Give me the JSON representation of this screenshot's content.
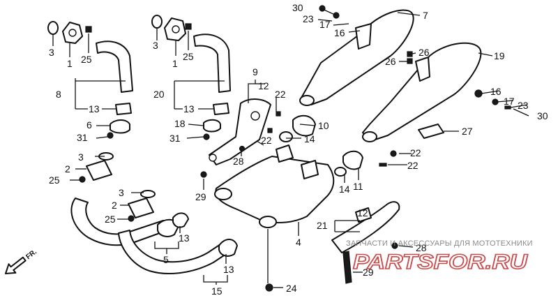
{
  "diagram": {
    "callouts": [
      "30",
      "23",
      "17",
      "16",
      "7",
      "3",
      "1",
      "25",
      "3",
      "1",
      "25",
      "26",
      "26",
      "19",
      "9",
      "12",
      "22",
      "8",
      "13",
      "20",
      "13",
      "6",
      "10",
      "14",
      "16",
      "17",
      "23",
      "30",
      "31",
      "18",
      "31",
      "22",
      "27",
      "3",
      "28",
      "22",
      "2",
      "22",
      "25",
      "29",
      "14",
      "11",
      "3",
      "2",
      "25",
      "21",
      "12",
      "13",
      "5",
      "4",
      "28",
      "29",
      "13",
      "15",
      "24"
    ],
    "front_arrow_label": "FR.",
    "watermark": {
      "subtitle": "ЗАПЧАСТИ И АКСЕССУАРЫ ДЛЯ МОТОТЕХНИКИ",
      "brand": "PARTSFOR.RU"
    }
  }
}
